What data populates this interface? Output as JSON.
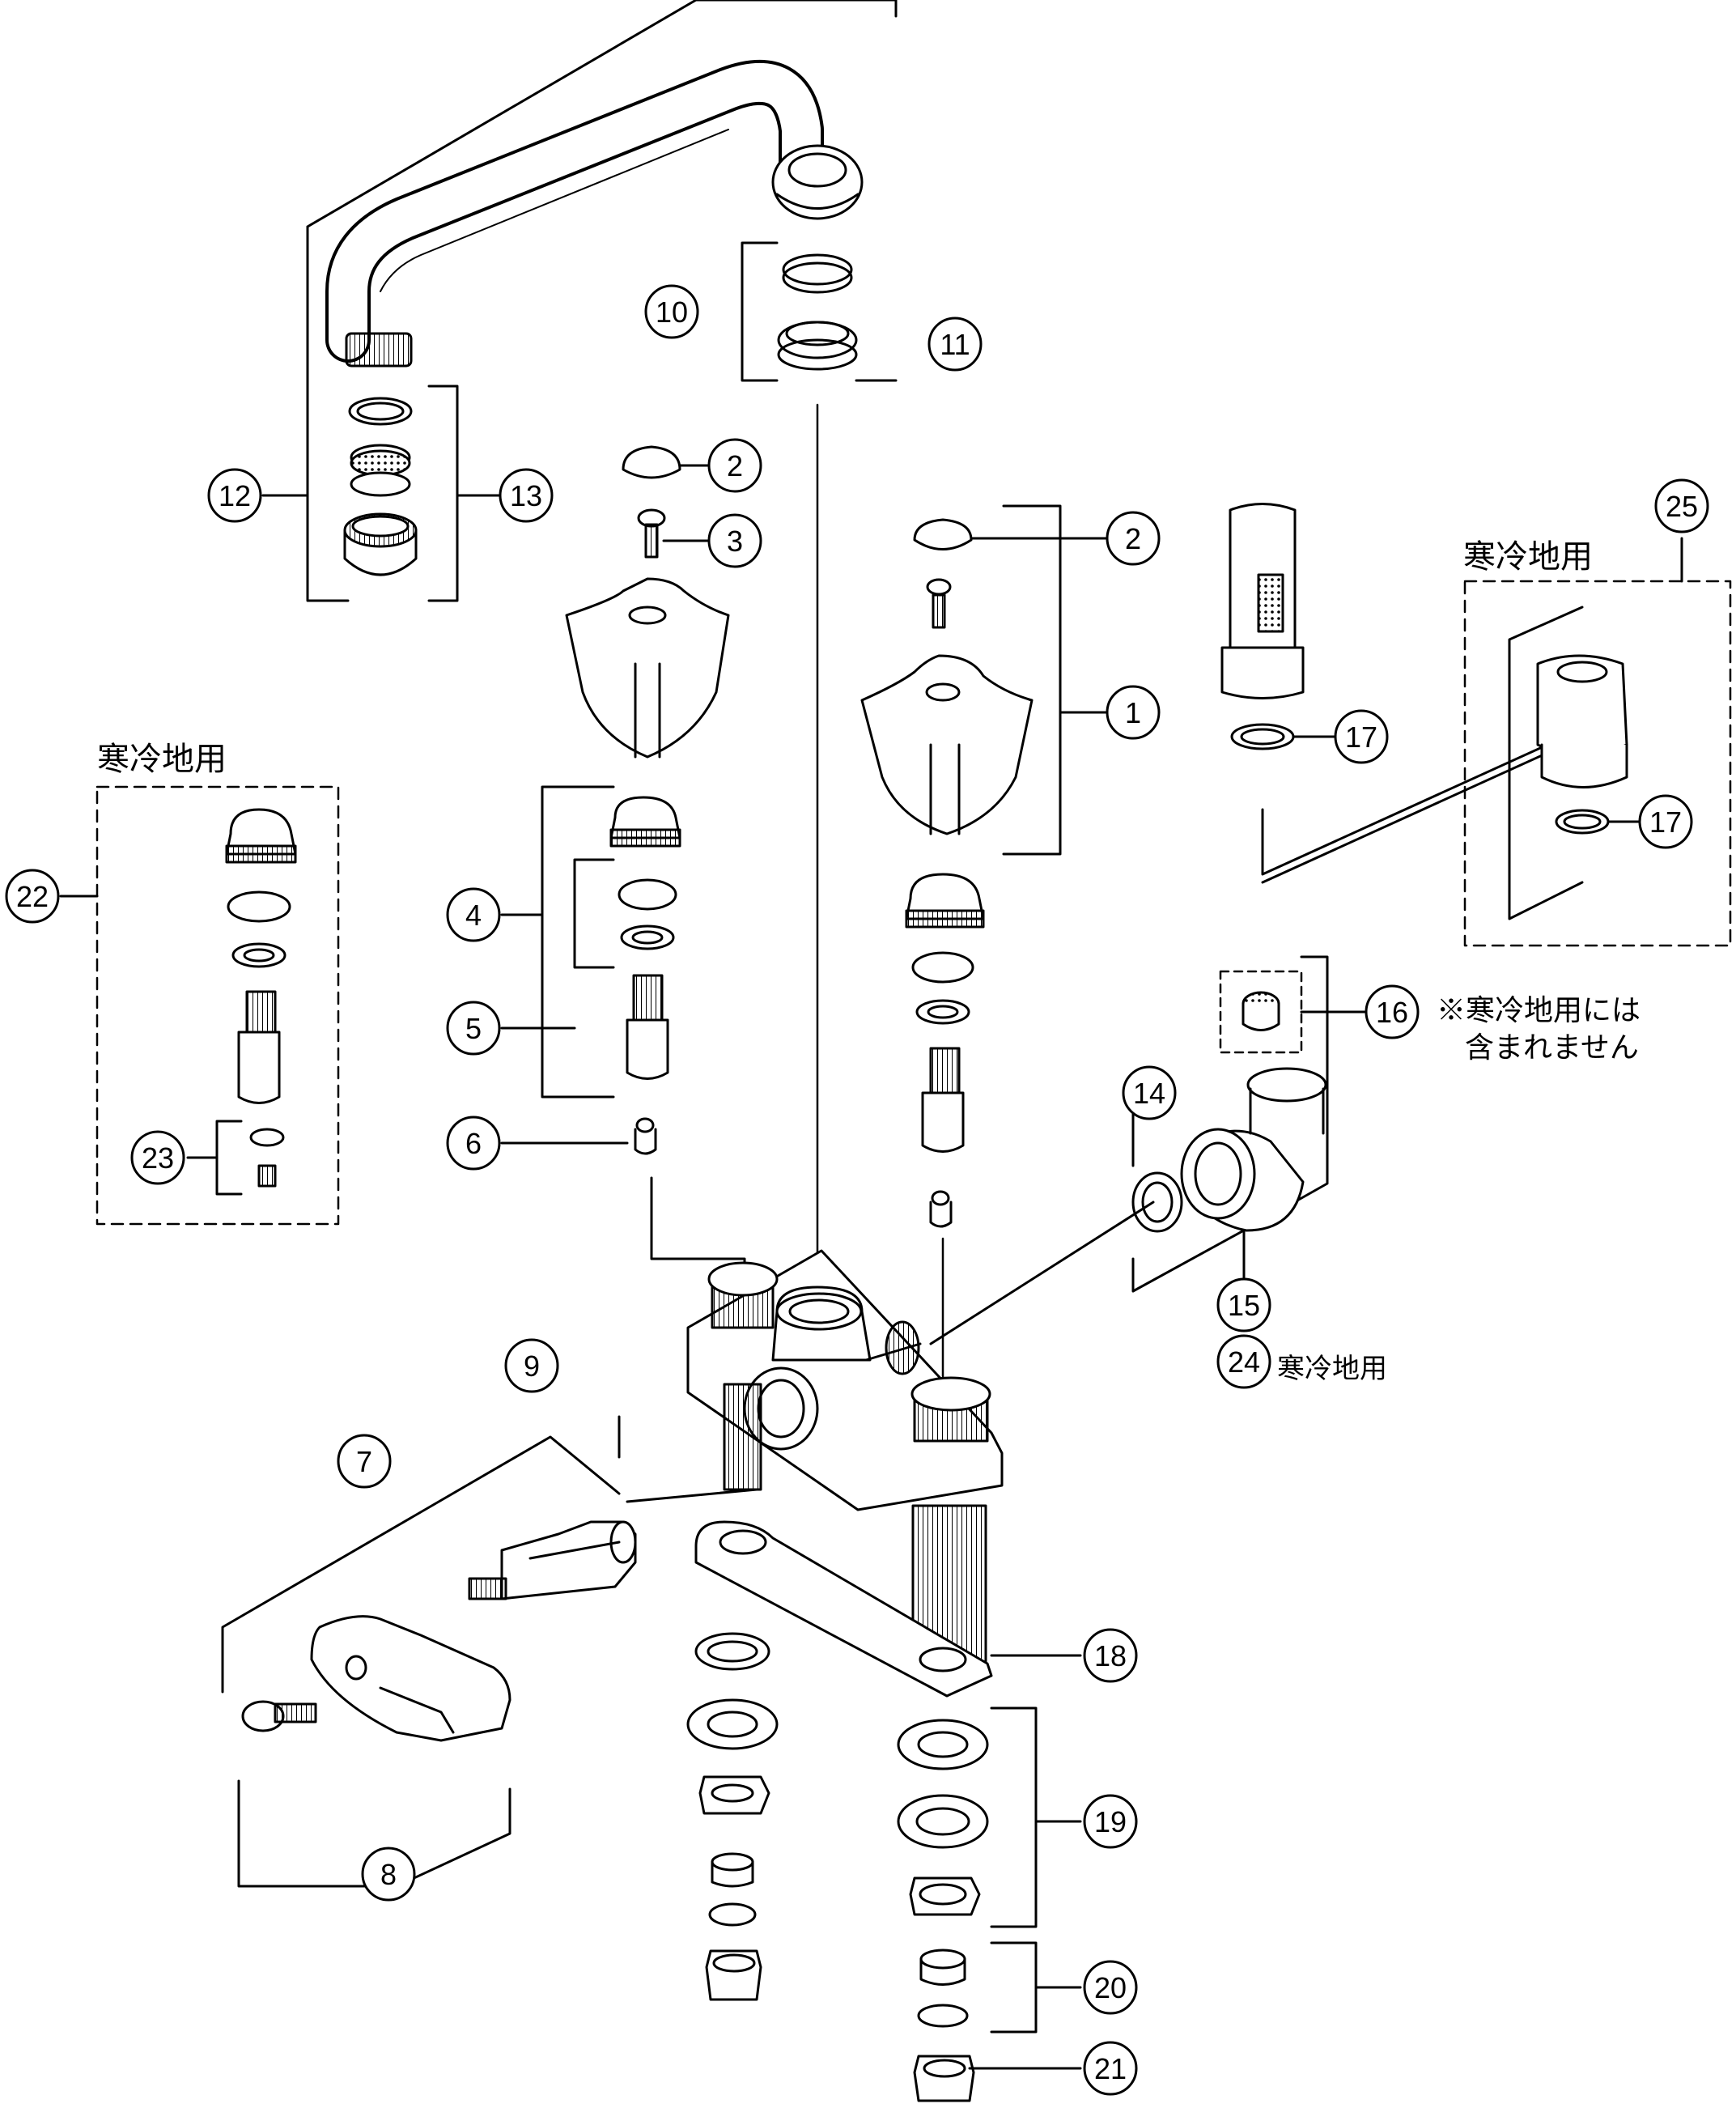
{
  "colors": {
    "ink": "#000000",
    "paper": "#ffffff",
    "part_fill": "#f4f4f4",
    "part_shade": "#cfcfcf"
  },
  "labels": {
    "cold_region_left": "寒冷地用",
    "cold_region_right": "寒冷地用",
    "note_line1": "※寒冷地用には",
    "note_line2": "含まれません",
    "cold_region_24": "寒冷地用"
  },
  "callouts": [
    {
      "id": "c1",
      "number": "1"
    },
    {
      "id": "c2a",
      "number": "2"
    },
    {
      "id": "c2b",
      "number": "2"
    },
    {
      "id": "c3",
      "number": "3"
    },
    {
      "id": "c4",
      "number": "4"
    },
    {
      "id": "c5",
      "number": "5"
    },
    {
      "id": "c6",
      "number": "6"
    },
    {
      "id": "c7",
      "number": "7"
    },
    {
      "id": "c8",
      "number": "8"
    },
    {
      "id": "c9",
      "number": "9"
    },
    {
      "id": "c10",
      "number": "10"
    },
    {
      "id": "c11",
      "number": "11"
    },
    {
      "id": "c12",
      "number": "12"
    },
    {
      "id": "c13",
      "number": "13"
    },
    {
      "id": "c14",
      "number": "14"
    },
    {
      "id": "c15",
      "number": "15"
    },
    {
      "id": "c16",
      "number": "16"
    },
    {
      "id": "c17a",
      "number": "17"
    },
    {
      "id": "c17b",
      "number": "17"
    },
    {
      "id": "c18",
      "number": "18"
    },
    {
      "id": "c19",
      "number": "19"
    },
    {
      "id": "c20",
      "number": "20"
    },
    {
      "id": "c21",
      "number": "21"
    },
    {
      "id": "c22",
      "number": "22"
    },
    {
      "id": "c23",
      "number": "23"
    },
    {
      "id": "c24",
      "number": "24"
    },
    {
      "id": "c25",
      "number": "25"
    }
  ]
}
